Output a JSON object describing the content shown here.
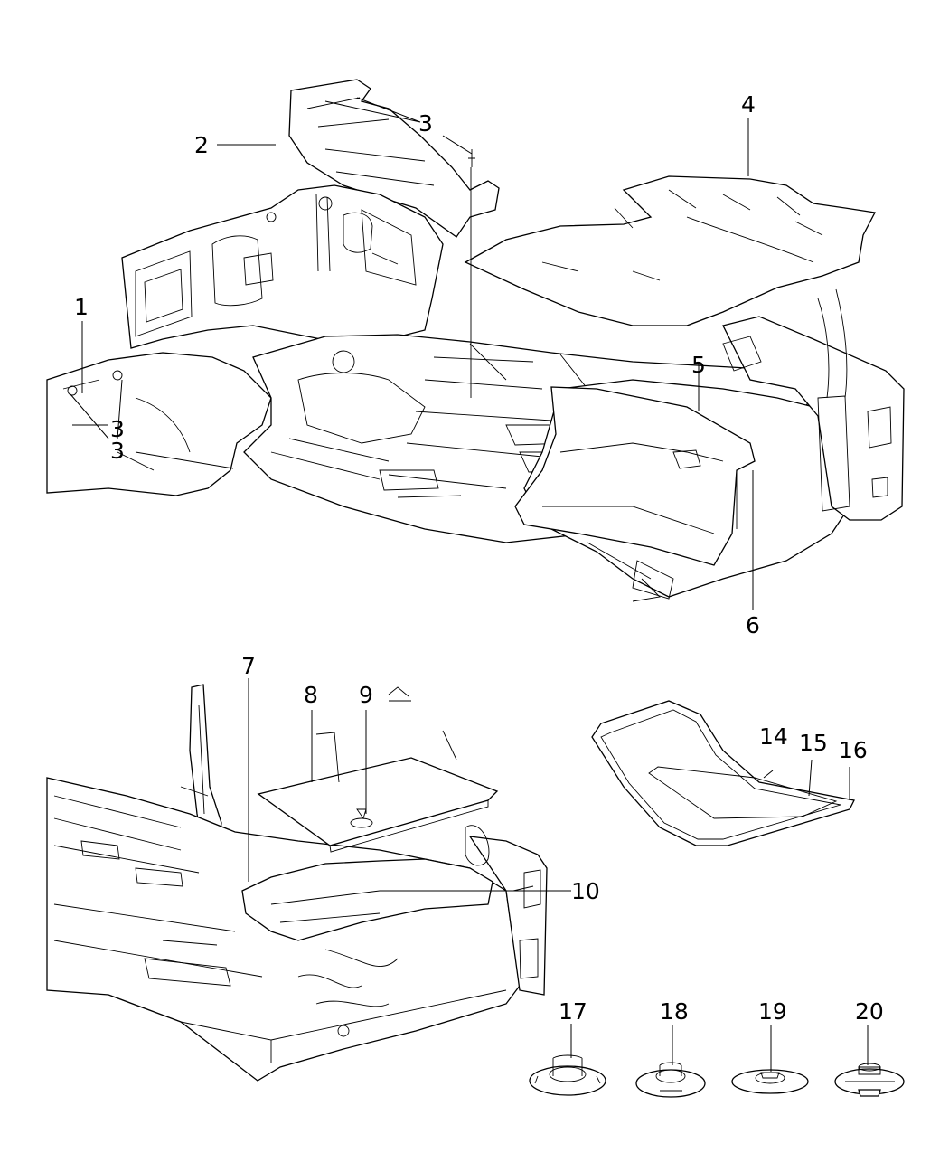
{
  "callouts": [
    {
      "id": "1",
      "label": "1"
    },
    {
      "id": "2",
      "label": "2"
    },
    {
      "id": "3a",
      "label": "3"
    },
    {
      "id": "3b",
      "label": "3"
    },
    {
      "id": "3c",
      "label": "3"
    },
    {
      "id": "4",
      "label": "4"
    },
    {
      "id": "5",
      "label": "5"
    },
    {
      "id": "6",
      "label": "6"
    },
    {
      "id": "7",
      "label": "7"
    },
    {
      "id": "8",
      "label": "8"
    },
    {
      "id": "9",
      "label": "9"
    },
    {
      "id": "10",
      "label": "10"
    },
    {
      "id": "14",
      "label": "14"
    },
    {
      "id": "15",
      "label": "15"
    },
    {
      "id": "16",
      "label": "16"
    },
    {
      "id": "17",
      "label": "17"
    },
    {
      "id": "18",
      "label": "18"
    },
    {
      "id": "19",
      "label": "19"
    },
    {
      "id": "20",
      "label": "20"
    }
  ]
}
